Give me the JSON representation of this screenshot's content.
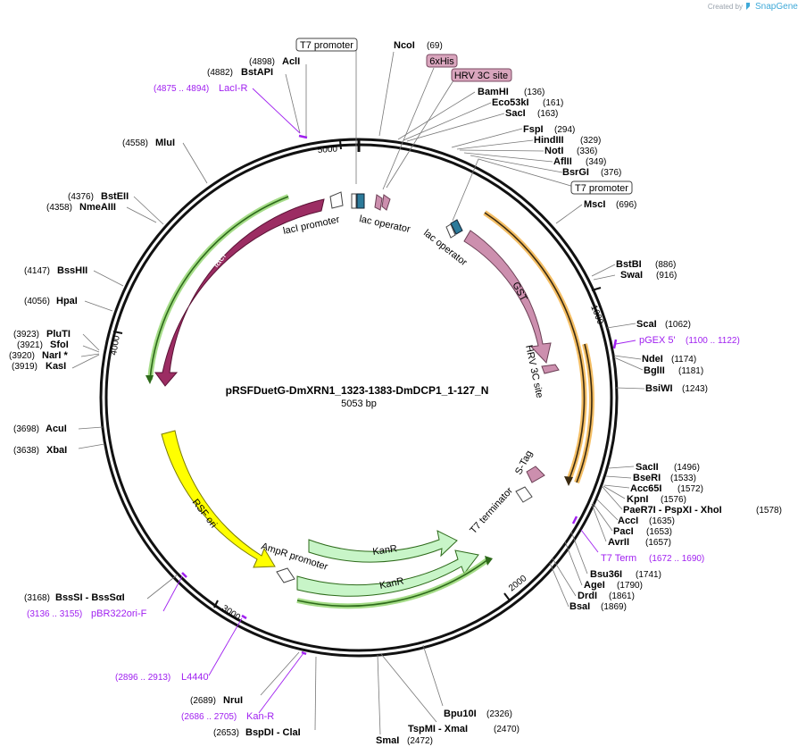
{
  "branding": {
    "created_by": "Created by",
    "brand": "SnapGene"
  },
  "plasmid": {
    "name": "pRSFDuetG-DmXRN1_1323-1383-DmDCP1_1-127_N",
    "size_label": "5053 bp",
    "length": 5053
  },
  "ticks": [
    "1000",
    "2000",
    "3000",
    "4000",
    "5000"
  ],
  "sites": [
    {
      "id": "ncoi",
      "name": "NcoI",
      "pos": "(69)",
      "bp": 69
    },
    {
      "id": "bamhi",
      "name": "BamHI",
      "pos": "(136)",
      "bp": 136
    },
    {
      "id": "eco53ki",
      "name": "Eco53kI",
      "pos": "(161)",
      "bp": 161
    },
    {
      "id": "saci",
      "name": "SacI",
      "pos": "(163)",
      "bp": 163
    },
    {
      "id": "fspi",
      "name": "FspI",
      "pos": "(294)",
      "bp": 294
    },
    {
      "id": "hindiii",
      "name": "HindIII",
      "pos": "(329)",
      "bp": 329
    },
    {
      "id": "noti",
      "name": "NotI",
      "pos": "(336)",
      "bp": 336
    },
    {
      "id": "aflii",
      "name": "AflII",
      "pos": "(349)",
      "bp": 349
    },
    {
      "id": "bsrgi",
      "name": "BsrGI",
      "pos": "(376)",
      "bp": 376
    },
    {
      "id": "msci",
      "name": "MscI",
      "pos": "(696)",
      "bp": 696
    },
    {
      "id": "bstbi",
      "name": "BstBI",
      "pos": "(886)",
      "bp": 886
    },
    {
      "id": "swai",
      "name": "SwaI",
      "pos": "(916)",
      "bp": 916
    },
    {
      "id": "scai",
      "name": "ScaI",
      "pos": "(1062)",
      "bp": 1062
    },
    {
      "id": "ndei",
      "name": "NdeI",
      "pos": "(1174)",
      "bp": 1174
    },
    {
      "id": "bglii",
      "name": "BglII",
      "pos": "(1181)",
      "bp": 1181
    },
    {
      "id": "bsiwi",
      "name": "BsiWI",
      "pos": "(1243)",
      "bp": 1243
    },
    {
      "id": "sacii",
      "name": "SacII",
      "pos": "(1496)",
      "bp": 1496
    },
    {
      "id": "bseri",
      "name": "BseRI",
      "pos": "(1533)",
      "bp": 1533
    },
    {
      "id": "acc65i",
      "name": "Acc65I",
      "pos": "(1572)",
      "bp": 1572
    },
    {
      "id": "kpni",
      "name": "KpnI",
      "pos": "(1576)",
      "bp": 1576
    },
    {
      "id": "paer7i",
      "name": "PaeR7I - PspXI - XhoI",
      "pos": "(1578)",
      "bp": 1578
    },
    {
      "id": "acci",
      "name": "AccI",
      "pos": "(1635)",
      "bp": 1635
    },
    {
      "id": "paci",
      "name": "PacI",
      "pos": "(1653)",
      "bp": 1653
    },
    {
      "id": "avrii",
      "name": "AvrII",
      "pos": "(1657)",
      "bp": 1657
    },
    {
      "id": "bsu36i",
      "name": "Bsu36I",
      "pos": "(1741)",
      "bp": 1741
    },
    {
      "id": "agei",
      "name": "AgeI",
      "pos": "(1790)",
      "bp": 1790
    },
    {
      "id": "drdi",
      "name": "DrdI",
      "pos": "(1861)",
      "bp": 1861
    },
    {
      "id": "bsai",
      "name": "BsaI",
      "pos": "(1869)",
      "bp": 1869
    },
    {
      "id": "bpu10i",
      "name": "Bpu10I",
      "pos": "(2326)",
      "bp": 2326
    },
    {
      "id": "tspmi",
      "name": "TspMI - XmaI",
      "pos": "(2470)",
      "bp": 2470
    },
    {
      "id": "smai",
      "name": "SmaI",
      "pos": "(2472)",
      "bp": 2472
    },
    {
      "id": "bspdi",
      "name": "BspDI - ClaI",
      "pos": "(2653)",
      "bp": 2653
    },
    {
      "id": "nrui",
      "name": "NruI",
      "pos": "(2689)",
      "bp": 2689
    },
    {
      "id": "bsssi",
      "name": "BssSI - BssSαI",
      "pos": "(3168)",
      "bp": 3168
    },
    {
      "id": "xbai",
      "name": "XbaI",
      "pos": "(3638)",
      "bp": 3638
    },
    {
      "id": "acui",
      "name": "AcuI",
      "pos": "(3698)",
      "bp": 3698
    },
    {
      "id": "kasi",
      "name": "KasI",
      "pos": "(3919)",
      "bp": 3919
    },
    {
      "id": "nari",
      "name": "NarI *",
      "pos": "(3920)",
      "bp": 3920
    },
    {
      "id": "sfoi",
      "name": "SfoI",
      "pos": "(3921)",
      "bp": 3921
    },
    {
      "id": "pluti",
      "name": "PluTI",
      "pos": "(3923)",
      "bp": 3923
    },
    {
      "id": "hpai",
      "name": "HpaI",
      "pos": "(4056)",
      "bp": 4056
    },
    {
      "id": "bsshii",
      "name": "BssHII",
      "pos": "(4147)",
      "bp": 4147
    },
    {
      "id": "nmeaiii",
      "name": "NmeAIII",
      "pos": "(4358)",
      "bp": 4358
    },
    {
      "id": "bsteii",
      "name": "BstEII",
      "pos": "(4376)",
      "bp": 4376
    },
    {
      "id": "mlui",
      "name": "MluI",
      "pos": "(4558)",
      "bp": 4558
    },
    {
      "id": "bstapi",
      "name": "BstAPI",
      "pos": "(4882)",
      "bp": 4882
    },
    {
      "id": "acli",
      "name": "AclI",
      "pos": "(4898)",
      "bp": 4898
    }
  ],
  "primers": [
    {
      "id": "laci-r",
      "name": "LacI-R",
      "pos": "(4875 .. 4894)"
    },
    {
      "id": "pgex5",
      "name": "pGEX 5'",
      "pos": "(1100 .. 1122)"
    },
    {
      "id": "t7term",
      "name": "T7 Term",
      "pos": "(1672 .. 1690)"
    },
    {
      "id": "pbr322ori-f",
      "name": "pBR322ori-F",
      "pos": "(3136 .. 3155)"
    },
    {
      "id": "l4440",
      "name": "L4440",
      "pos": "(2896 .. 2913)"
    },
    {
      "id": "kan-r",
      "name": "Kan-R",
      "pos": "(2686 .. 2705)"
    }
  ],
  "boxed_labels": {
    "t7_promoter_top": "T7 promoter",
    "sixxhis": "6xHis",
    "hrv3c_top": "HRV 3C site",
    "t7_promoter_right": "T7 promoter"
  },
  "features": {
    "laci": "lacI",
    "laci_promoter": "lacI promoter",
    "lac_operator_1": "lac operator",
    "lac_operator_2": "lac operator",
    "gst": "GST",
    "hrv3c_inner": "HRV 3C site",
    "stag": "S-Tag",
    "t7_terminator": "T7 terminator",
    "rsf_ori": "RSF ori",
    "ampr_promoter": "AmpR promoter",
    "kanr_1": "KanR",
    "kanr_2": "KanR"
  },
  "colors": {
    "laci": "#9c2d63",
    "gst": "#cc8fae",
    "rsf_ori": "#ffff00",
    "kanr": "#c8f5c8",
    "orf_orange": "#f0a830",
    "orf_green": "#8fd36a",
    "primer": "#a020f0",
    "operator": "#2c7a9a"
  }
}
